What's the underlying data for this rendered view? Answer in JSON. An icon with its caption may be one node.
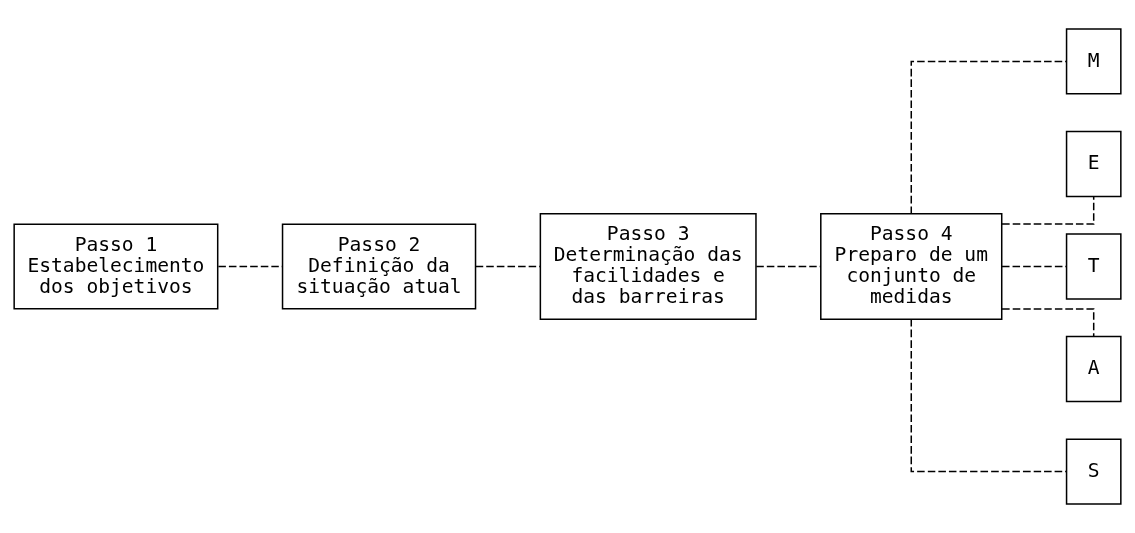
{
  "diagram": {
    "nodes": [
      {
        "text": [
          "Passo 1",
          "Estabelecimento dos objetivos"
        ]
      },
      {
        "text": [
          "Passo 2",
          "Definição da situação atual"
        ]
      },
      {
        "text": [
          "Passo 3",
          "Determinação das facilidades e das barreiras"
        ]
      },
      {
        "text": [
          "Passo 4",
          "Preparo de um conjunto de medidas"
        ]
      },
      {
        "text": [
          "M"
        ]
      },
      {
        "text": [
          "E"
        ]
      },
      {
        "text": [
          "T"
        ]
      },
      {
        "text": [
          "A"
        ]
      },
      {
        "text": [
          "S"
        ]
      }
    ],
    "edges": [
      {
        "from": 0,
        "to": 1,
        "arrow": "none",
        "style": "dashed"
      },
      {
        "from": 1,
        "to": 2,
        "arrow": "none",
        "style": "dashed"
      },
      {
        "from": 2,
        "to": 3,
        "arrow": "none",
        "style": "dashed"
      },
      {
        "from": 3,
        "to": 4,
        "arrow": "none",
        "style": "dashed"
      },
      {
        "from": 3,
        "to": 5,
        "arrow": "none",
        "style": "dashed"
      },
      {
        "from": 3,
        "to": 6,
        "arrow": "none",
        "style": "dashed"
      },
      {
        "from": 3,
        "to": 7,
        "arrow": "none",
        "style": "dashed"
      },
      {
        "from": 3,
        "to": 8,
        "arrow": "none",
        "style": "dashed"
      }
    ]
  }
}
